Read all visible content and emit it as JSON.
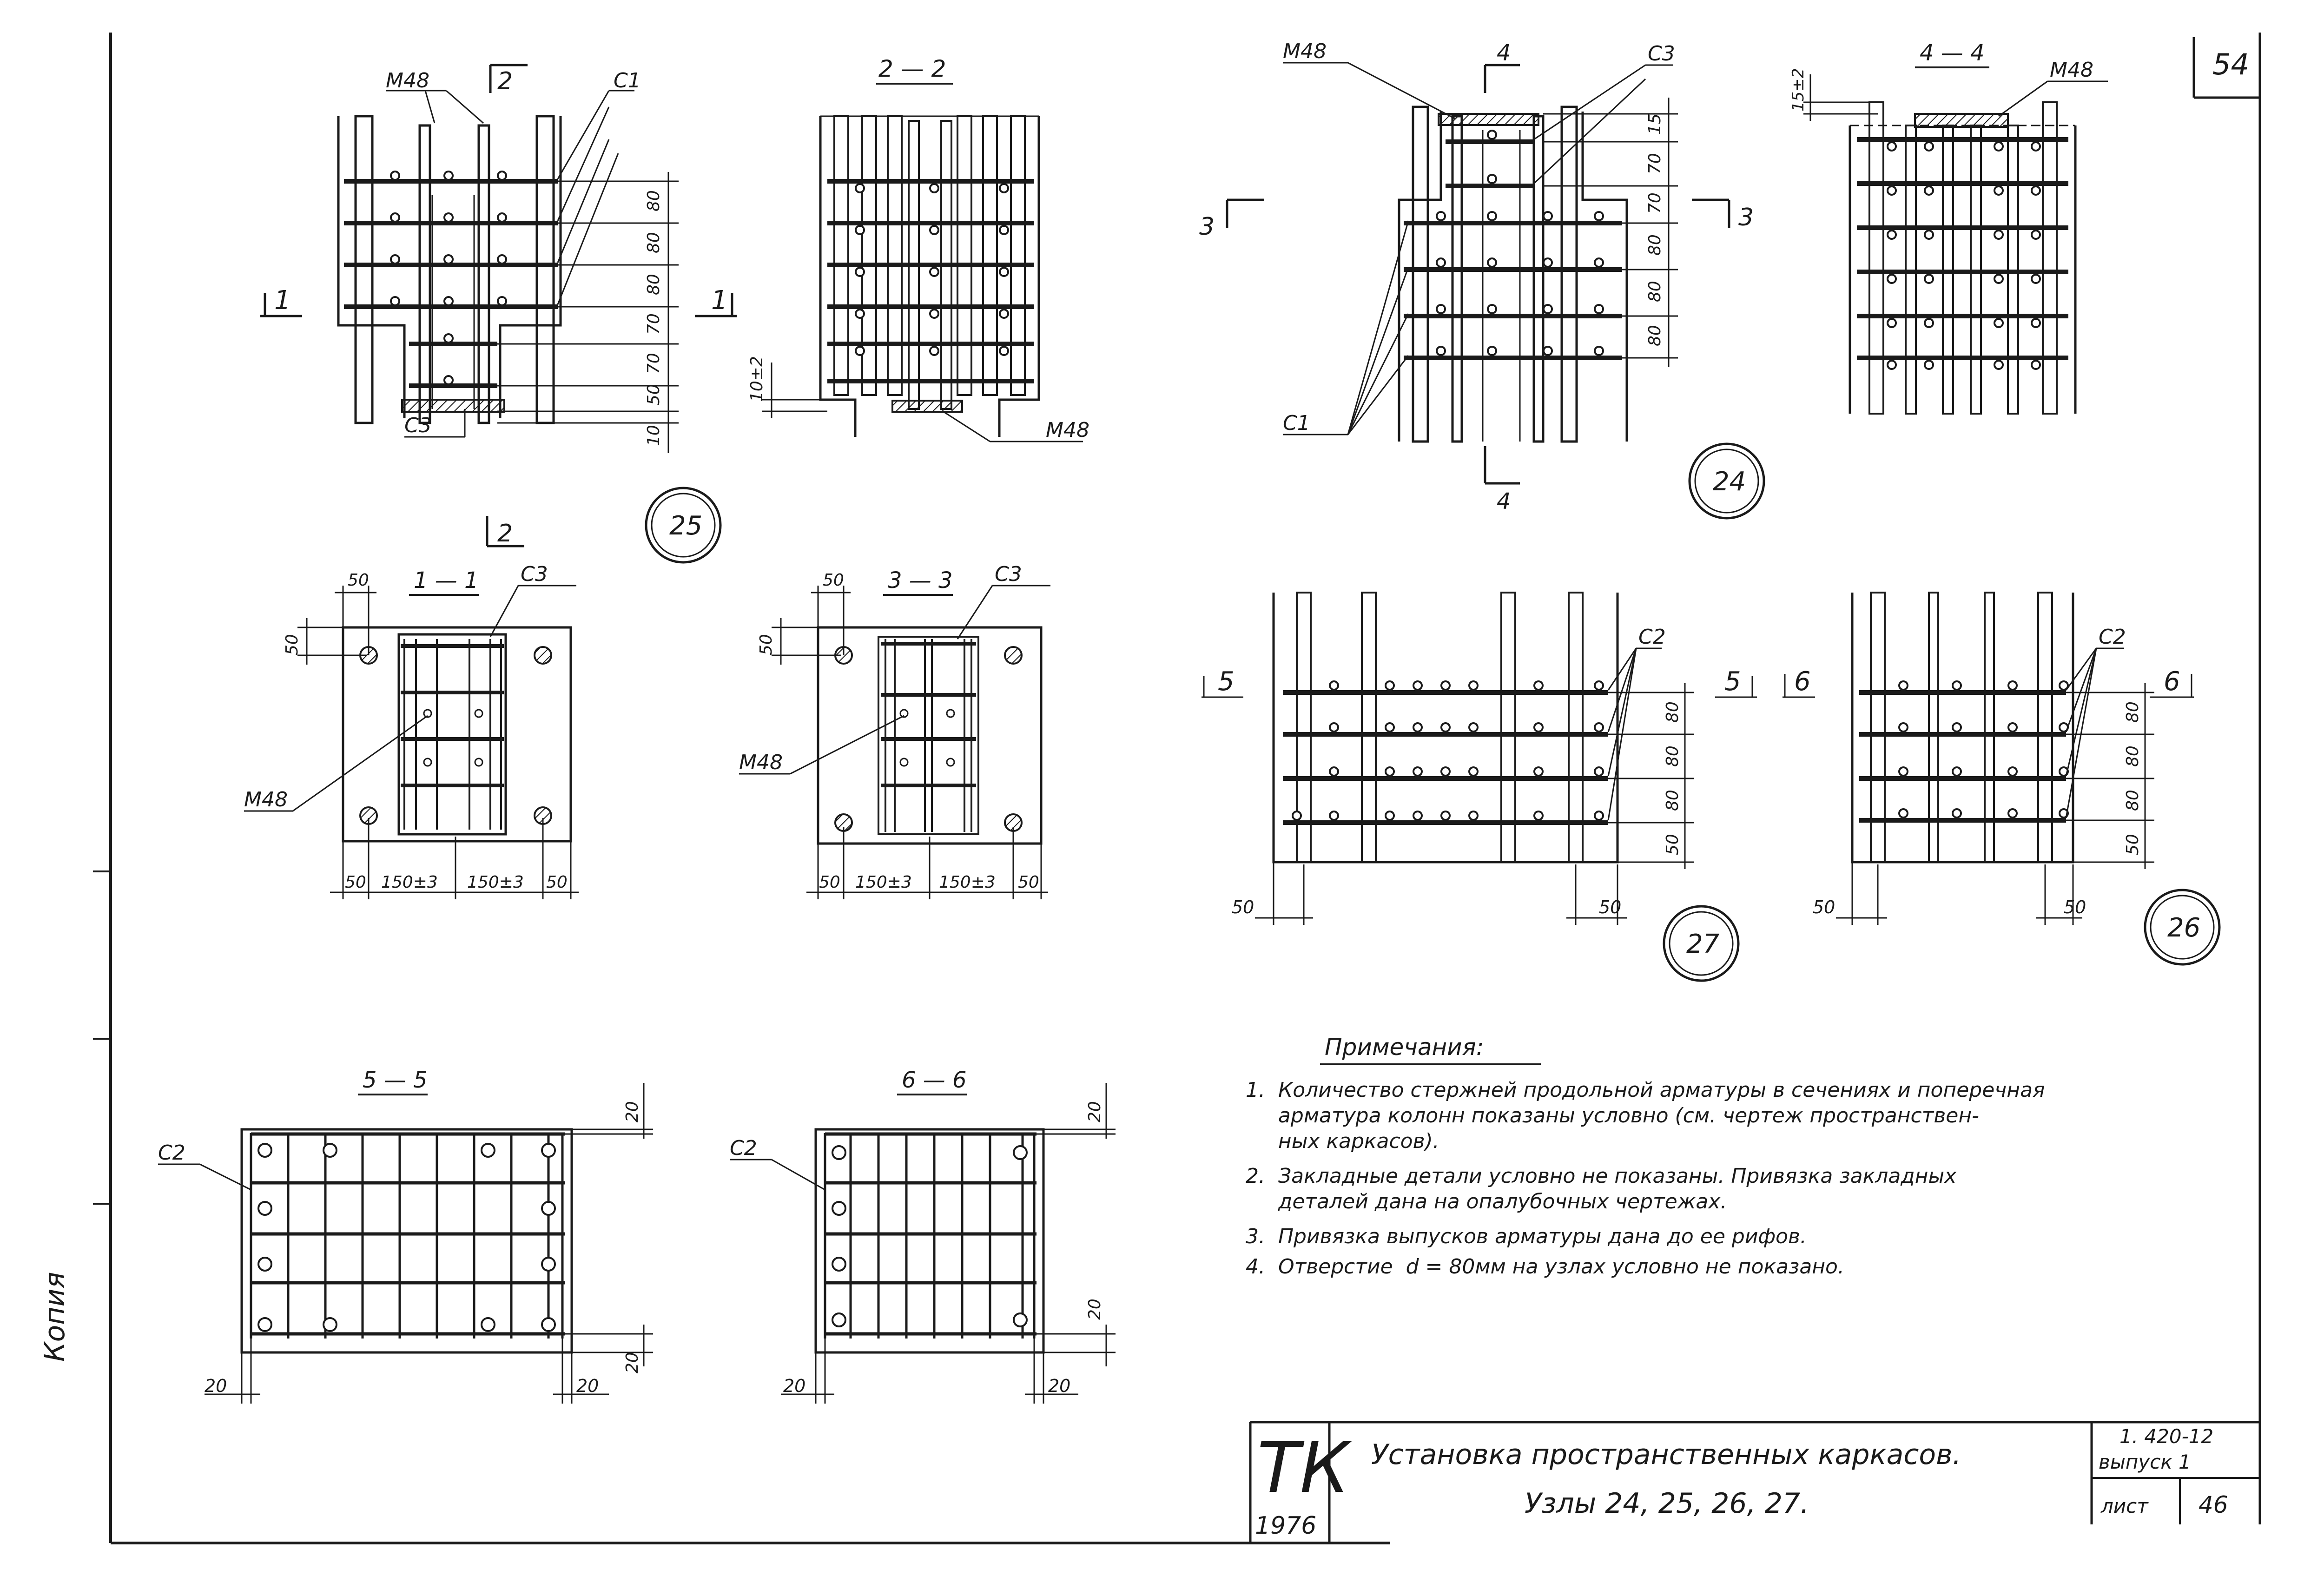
{
  "sheet_number": "54",
  "nodes": {
    "n25": {
      "circle": "25",
      "elevation": {
        "cut_2": "2",
        "cut_1_left": "1",
        "cut_1_right": "1",
        "m48": "М48",
        "c1": "С1",
        "c3": "С3",
        "dims": [
          "80",
          "80",
          "80",
          "70",
          "70",
          "50",
          "10"
        ]
      },
      "section_2_2": {
        "title": "2 — 2",
        "m48": "М48",
        "dim_left": "10±2"
      },
      "section_1_1": {
        "title": "1 — 1",
        "cut_2": "2",
        "c3": "С3",
        "m48": "М48",
        "dim_50_top": "50",
        "dim_50_side": "50",
        "bottom_dims": [
          "50",
          "150±3",
          "150±3",
          "50"
        ]
      },
      "section_3_3": {
        "title": "3 — 3",
        "c3": "С3",
        "m48": "М48",
        "dim_50_top": "50",
        "dim_50_side": "50",
        "bottom_dims": [
          "50",
          "150±3",
          "150±3",
          "50"
        ]
      }
    },
    "n24": {
      "circle": "24",
      "elevation": {
        "m48": "М48",
        "c3": "С3",
        "c1": "С1",
        "cut_4_top": "4",
        "cut_4_bottom": "4",
        "cut_3_left": "3",
        "cut_3_right": "3",
        "dims": [
          "15",
          "70",
          "70",
          "80",
          "80",
          "80"
        ]
      },
      "section_4_4": {
        "title": "4 — 4",
        "m48": "М48",
        "dim": "15±2"
      }
    },
    "n27": {
      "circle": "27",
      "c2": "С2",
      "cut_left": "5",
      "cut_right": "5",
      "dims": [
        "80",
        "80",
        "80",
        "50"
      ],
      "bottom_left": "50",
      "bottom_right": "50"
    },
    "n26": {
      "circle": "26",
      "c2": "С2",
      "cut_left": "6",
      "cut_right": "6",
      "dims": [
        "80",
        "80",
        "80",
        "50"
      ],
      "bottom_left": "50",
      "bottom_right": "50"
    },
    "s55": {
      "title": "5 — 5",
      "c2": "С2",
      "dim_tr": "20",
      "dim_br": "20",
      "dim_bl": "20",
      "dim_bb": "20"
    },
    "s66": {
      "title": "6 — 6",
      "c2": "С2",
      "dim_tr": "20",
      "dim_br": "20",
      "dim_bl": "20",
      "dim_bb": "20"
    }
  },
  "notes": {
    "title": "Примечания:",
    "lines": [
      "1.  Количество стержней продольной арматуры в сечениях и поперечная",
      "     арматура колонн показаны условно (см. чертеж пространствен-",
      "     ных каркасов).",
      "2.  Закладные детали условно не показаны. Привязка закладных",
      "     деталей дана на опалубочных чертежах.",
      "3.  Привязка выпусков арматуры дана до ее рифов.",
      "4.  Отверстие  d = 80мм на узлах условно не показано."
    ]
  },
  "title_block": {
    "logo": "ТК",
    "year": "1976",
    "title_line1": "Установка пространственных каркасов.",
    "title_line2": "Узлы 24, 25, 26, 27.",
    "series": "1. 420-12",
    "issue": "выпуск 1",
    "sheet_label": "лист",
    "sheet_no": "46"
  },
  "margin_text": "Копия"
}
